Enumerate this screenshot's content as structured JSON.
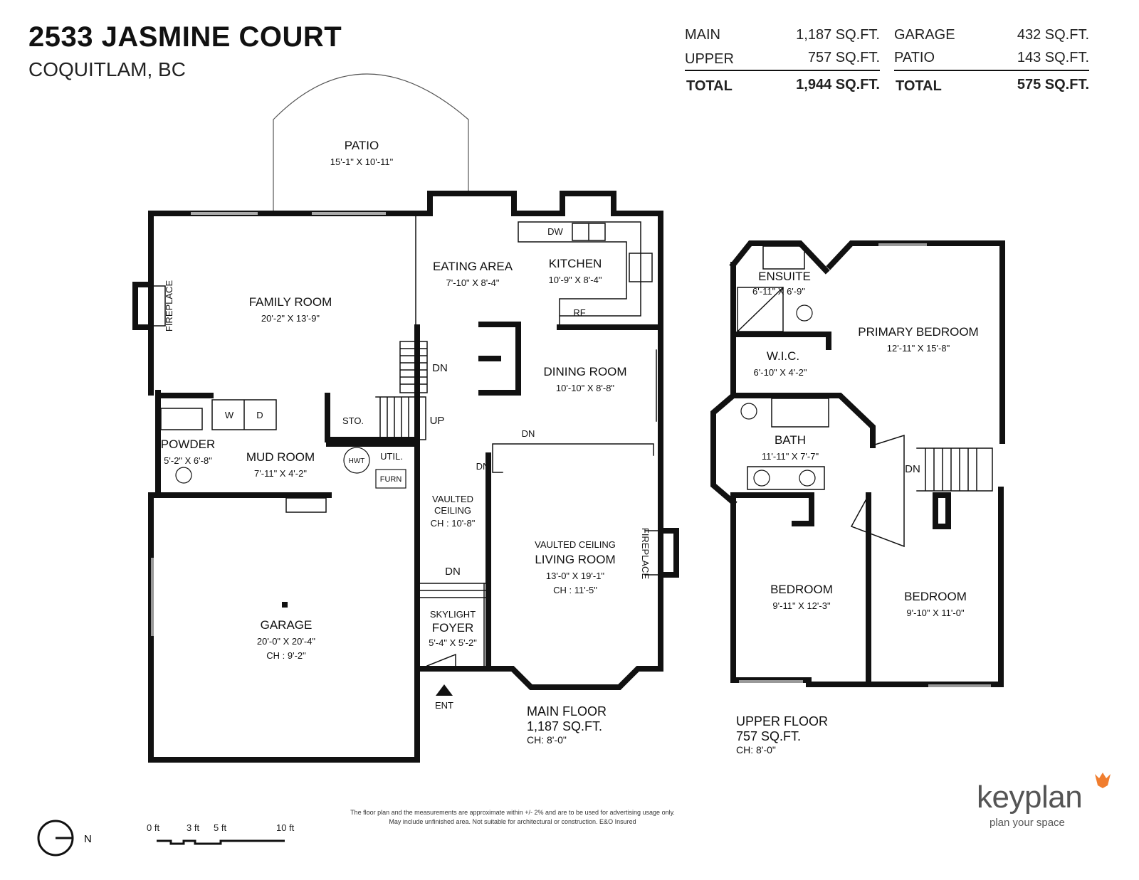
{
  "title": "2533 JASMINE COURT",
  "subtitle": "COQUITLAM, BC",
  "area_summary": {
    "left": {
      "rows": [
        {
          "label": "MAIN",
          "value": "1,187 SQ.FT."
        },
        {
          "label": "UPPER",
          "value": "757 SQ.FT."
        }
      ],
      "total_label": "TOTAL",
      "total_value": "1,944 SQ.FT."
    },
    "right": {
      "rows": [
        {
          "label": "GARAGE",
          "value": "432 SQ.FT."
        },
        {
          "label": "PATIO",
          "value": "143 SQ.FT."
        }
      ],
      "total_label": "TOTAL",
      "total_value": "575 SQ.FT."
    }
  },
  "rooms": {
    "patio": {
      "name": "PATIO",
      "dims": "15'-1\" X 10'-11\""
    },
    "family_room": {
      "name": "FAMILY ROOM",
      "dims": "20'-2\" X 13'-9\""
    },
    "eating_area": {
      "name": "EATING AREA",
      "dims": "7'-10\" X 8'-4\""
    },
    "kitchen": {
      "name": "KITCHEN",
      "dims": "10'-9\" X 8'-4\""
    },
    "dining_room": {
      "name": "DINING ROOM",
      "dims": "10'-10\" X 8'-8\""
    },
    "powder": {
      "name": "POWDER",
      "dims": "5'-2\" X 6'-8\""
    },
    "mud_room": {
      "name": "MUD ROOM",
      "dims": "7'-11\" X 4'-2\""
    },
    "util": {
      "name": "UTIL."
    },
    "sto": {
      "name": "STO."
    },
    "vaulted_main": {
      "line1": "VAULTED",
      "line2": "CEILING",
      "line3": "CH : 10'-8\""
    },
    "living_room": {
      "note": "VAULTED CEILING",
      "name": "LIVING ROOM",
      "dims": "13'-0\" X 19'-1\"",
      "ch": "CH : 11'-5\""
    },
    "garage": {
      "name": "GARAGE",
      "dims": "20'-0\" X 20'-4\"",
      "ch": "CH : 9'-2\""
    },
    "foyer": {
      "note": "SKYLIGHT",
      "name": "FOYER",
      "dims": "5'-4\" X 5'-2\""
    },
    "ensuite": {
      "name": "ENSUITE",
      "dims": "6'-11\" X 6'-9\""
    },
    "wic": {
      "name": "W.I.C.",
      "dims": "6'-10\" X 4'-2\""
    },
    "primary_bedroom": {
      "name": "PRIMARY BEDROOM",
      "dims": "12'-11\" X 15'-8\""
    },
    "bath": {
      "name": "BATH",
      "dims": "11'-11\" X 7'-7\""
    },
    "bedroom_1": {
      "name": "BEDROOM",
      "dims": "9'-11\" X 12'-3\""
    },
    "bedroom_2": {
      "name": "BEDROOM",
      "dims": "9'-10\" X 11'-0\""
    }
  },
  "fixtures": {
    "fireplace": "FIREPLACE",
    "dw": "DW",
    "rf": "RF",
    "washer": "W",
    "dryer": "D",
    "hwt": "HWT",
    "furn": "FURN",
    "dn": "DN",
    "up": "UP",
    "ent": "ENT"
  },
  "floors": {
    "main": {
      "name": "MAIN FLOOR",
      "area": "1,187 SQ.FT.",
      "ch": "CH: 8'-0\""
    },
    "upper": {
      "name": "UPPER FLOOR",
      "area": "757 SQ.FT.",
      "ch": "CH: 8'-0\""
    }
  },
  "compass": {
    "label": "N"
  },
  "scale_bar": {
    "labels": [
      "0 ft",
      "3 ft",
      "5 ft",
      "10 ft"
    ]
  },
  "disclaimer": {
    "line1": "The floor plan and the measurements are approximate within +/- 2% and are to be used for advertising usage only.",
    "line2": "May include unfinished area. Not suitable for architectural or construction. E&O Insured"
  },
  "logo": {
    "name": "keyplan",
    "tagline": "plan your space",
    "accent_color": "#f07d2e"
  }
}
